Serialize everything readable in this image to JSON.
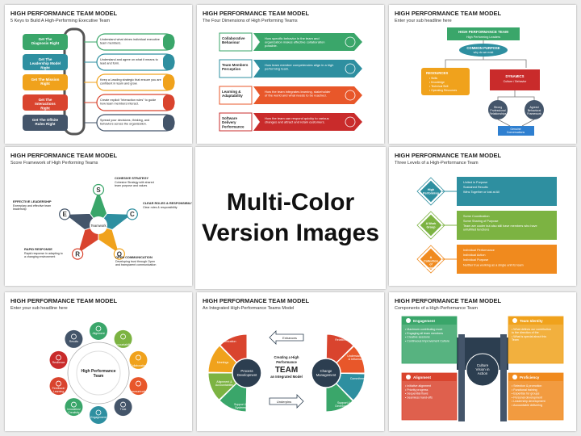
{
  "center": {
    "line1": "Multi-Color",
    "line2": "Version Images"
  },
  "s1": {
    "title": "HIGH PERFORMANCE TEAM MODEL",
    "subtitle": "5 Keys to Build A High-Performing Executive Team",
    "keys": [
      "Get The Diagnosis Right",
      "Get The Leadership Model Right",
      "Get The Mission Right",
      "Get The Interactions Right",
      "Get The Offsite Rules Right"
    ],
    "descs": [
      "Understand what drives individual executive team members.",
      "Understand and agree on what it means to lead and form.",
      "Keep a Leading strategic that ensure you are confident in team and grow.",
      "Create explicit \"interaction rules\" to guide how team members interact.",
      "Spread your decisions, thinking, and behaviors across the organization."
    ],
    "colors": [
      "#3aa66a",
      "#2e8fa0",
      "#f0a21c",
      "#d9442e",
      "#44556a"
    ]
  },
  "s2": {
    "title": "HIGH PERFORMANCE TEAM MODEL",
    "subtitle": "The Four Dimensions of High Performing Teams",
    "labels": [
      "Collaborative Behaviour",
      "Team Members Perception",
      "Learning & Adaptability",
      "Software Delivery Performance"
    ],
    "descs": [
      "How specific behavior in the team and organization makes effective collaboration possible.",
      "How team member competencies align in a high performing team.",
      "How the team integrates learning, stakeholder of the world and what needs to be reached.",
      "How the team can respond quickly to various changes and attract and retain customers."
    ],
    "colors": [
      "#3aa66a",
      "#2e8fa0",
      "#e8572a",
      "#c92b2b"
    ]
  },
  "s3": {
    "title": "HIGH PERFORMANCE TEAM MODEL",
    "subtitle": "Enter your sub headline here",
    "top": "HIGH PERFORMANCE TEAM",
    "top_sub": "High Performing Leaders",
    "purpose": "COMMON PURPOSE",
    "purpose_sub": "why do we exist",
    "left": "RESOURCES",
    "left_items": [
      "Skills",
      "Knowledge",
      "Technical Skill",
      "Operating Resources"
    ],
    "right": "DYNAMICS",
    "right_sub": "Culture / Behavior",
    "b1": "Strong Professional Relationships",
    "b2": "Agreed Behavioral Framework",
    "bottom": "Genuine Conversations"
  },
  "s4": {
    "title": "HIGH PERFORMANCE TEAM MODEL",
    "subtitle": "Score Framework of High Performing Teams",
    "center": "Teamwork",
    "letters": [
      "S",
      "C",
      "O",
      "R",
      "E"
    ],
    "items": [
      {
        "h": "COHESIVE STRATEGY",
        "d": "Cohesive Strategy with shared team purpose and values"
      },
      {
        "h": "CLEAR ROLES & RESPONSIBILITY",
        "d": "Clear roles & responsibility"
      },
      {
        "h": "OPEN COMMUNICATION",
        "d": "Developing trust through Open and transparent communication"
      },
      {
        "h": "RAPID RESPONSE",
        "d": "Rapid response in adapting to a changing environment"
      },
      {
        "h": "EFFECTIVE LEADERSHIP",
        "d": "Exemplary and effective team leadership"
      }
    ],
    "colors": [
      "#3aa66a",
      "#2e8fa0",
      "#f0a21c",
      "#d9442e",
      "#44556a"
    ]
  },
  "s5": {
    "title": "HIGH PERFORMANCE TEAM MODEL",
    "subtitle": "Three Levels of a High-Performance Team",
    "levels": [
      "High Performing",
      "A Work Group",
      "A Collection of Individuals"
    ],
    "texts": [
      [
        "United in Purpose",
        "Sustained Results",
        "Wins Together or lost at All"
      ],
      [
        "Some Coordination",
        "Some Sharing of Purpose",
        "Team are cooler but also still have members who have unfulfilled functions"
      ],
      [
        "Individual Performance",
        "Individual Action",
        "Individual Purpose",
        "Neither true working as a single unit its team"
      ]
    ],
    "colors": [
      "#2e8fa0",
      "#7cb342",
      "#f08a1e"
    ]
  },
  "s6": {
    "title": "HIGH PERFORMANCE TEAM MODEL",
    "subtitle": "Enter your sub headline here",
    "center": [
      "High Performance",
      "Team"
    ],
    "nodes": [
      "Alignment",
      "Accountability",
      "Collaboration",
      "Communication",
      "Trust",
      "Engagement",
      "Innovation/ Creativity",
      "Feedback/ Learning",
      "Resilience",
      "Results"
    ],
    "colors": [
      "#3aa66a",
      "#7cb342",
      "#f0a21c",
      "#e8572a",
      "#44556a",
      "#2e8fa0",
      "#3aa66a",
      "#d9442e",
      "#c92b2b",
      "#44556a"
    ]
  },
  "s7": {
    "title": "HIGH PERFORMANCE TEAM MODEL",
    "subtitle": "An Integrated High-Performance Teams Model",
    "left_hub": [
      "Process",
      "Development"
    ],
    "right_hub": [
      "Change",
      "Management"
    ],
    "left_segs": [
      "Communication",
      "Meetings",
      "Alignment & Accountability",
      "Support & Systems"
    ],
    "right_segs": [
      "Trust & Relationships",
      "Understanding & Influencing",
      "Commitment",
      "Support & Development"
    ],
    "enhances": "Enhances",
    "underpins": "Underpins",
    "mid": [
      "Creating a High",
      "Performance"
    ],
    "mid_big": "TEAM",
    "mid2": "an Integrated Model"
  },
  "s8": {
    "title": "HIGH PERFORMANCE TEAM MODEL",
    "subtitle": "Components of a High-Performance Team",
    "center": [
      "Culture",
      "Vision in",
      "Action"
    ],
    "boxes": [
      {
        "h": "Engagement",
        "items": [
          "Maximum contributing most",
          "Engaging all team members",
          "Creative sessions",
          "Continuous Improvement Culture"
        ]
      },
      {
        "h": "Team Identity",
        "items": [
          "What defines our contribution to the direction of the",
          "What is special about this Team"
        ]
      },
      {
        "h": "Alignment",
        "items": [
          "Initiative alignment",
          "Priority progress",
          "Sequential flows",
          "Seamless hand-offs"
        ]
      },
      {
        "h": "Proficiency",
        "items": [
          "Selection & promotion",
          "Functional training",
          "Expertise for groups",
          "Personal development",
          "Leadership development",
          "Accountable delivering"
        ]
      }
    ],
    "colors": [
      "#3aa66a",
      "#f0a21c",
      "#d9442e",
      "#f08a1e"
    ]
  }
}
